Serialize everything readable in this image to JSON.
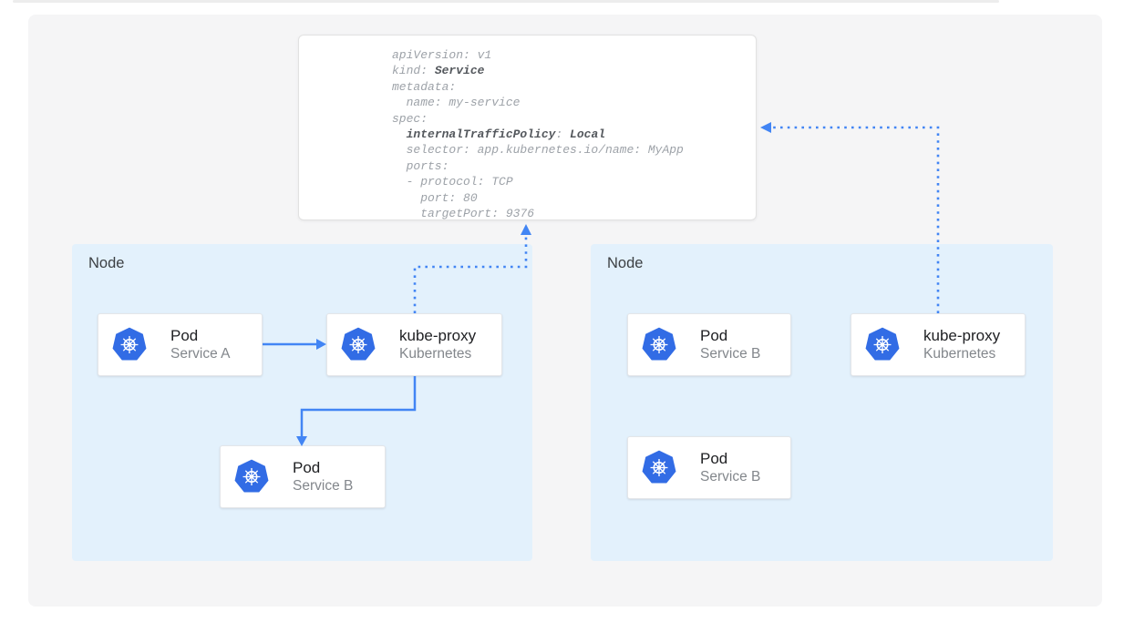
{
  "colors": {
    "arrow": "#4285f4",
    "kubernetes_blue": "#326ce5",
    "node_background": "#e3f1fc",
    "panel_background": "#f5f5f6"
  },
  "yaml_card": {
    "lines": [
      [
        {
          "t": "apiVersion: v1"
        }
      ],
      [
        {
          "t": "kind: "
        },
        {
          "t": "Service",
          "b": true
        }
      ],
      [
        {
          "t": "metadata:"
        }
      ],
      [
        {
          "t": "  name: my-service"
        }
      ],
      [
        {
          "t": "spec:"
        }
      ],
      [
        {
          "t": "  "
        },
        {
          "t": "internalTrafficPolicy",
          "b": true
        },
        {
          "t": ": "
        },
        {
          "t": "Local",
          "b": true
        }
      ],
      [
        {
          "t": "  selector: app.kubernetes.io/name: MyApp"
        }
      ],
      [
        {
          "t": "  ports:"
        }
      ],
      [
        {
          "t": "  - protocol: TCP"
        }
      ],
      [
        {
          "t": "    port: 80"
        }
      ],
      [
        {
          "t": "    targetPort: 9376"
        }
      ]
    ]
  },
  "nodes": {
    "left": {
      "label": "Node",
      "cards": [
        {
          "title": "Pod",
          "subtitle": "Service A"
        },
        {
          "title": "kube-proxy",
          "subtitle": "Kubernetes"
        },
        {
          "title": "Pod",
          "subtitle": "Service B"
        }
      ]
    },
    "right": {
      "label": "Node",
      "cards": [
        {
          "title": "Pod",
          "subtitle": "Service B"
        },
        {
          "title": "kube-proxy",
          "subtitle": "Kubernetes"
        },
        {
          "title": "Pod",
          "subtitle": "Service B"
        }
      ]
    }
  }
}
